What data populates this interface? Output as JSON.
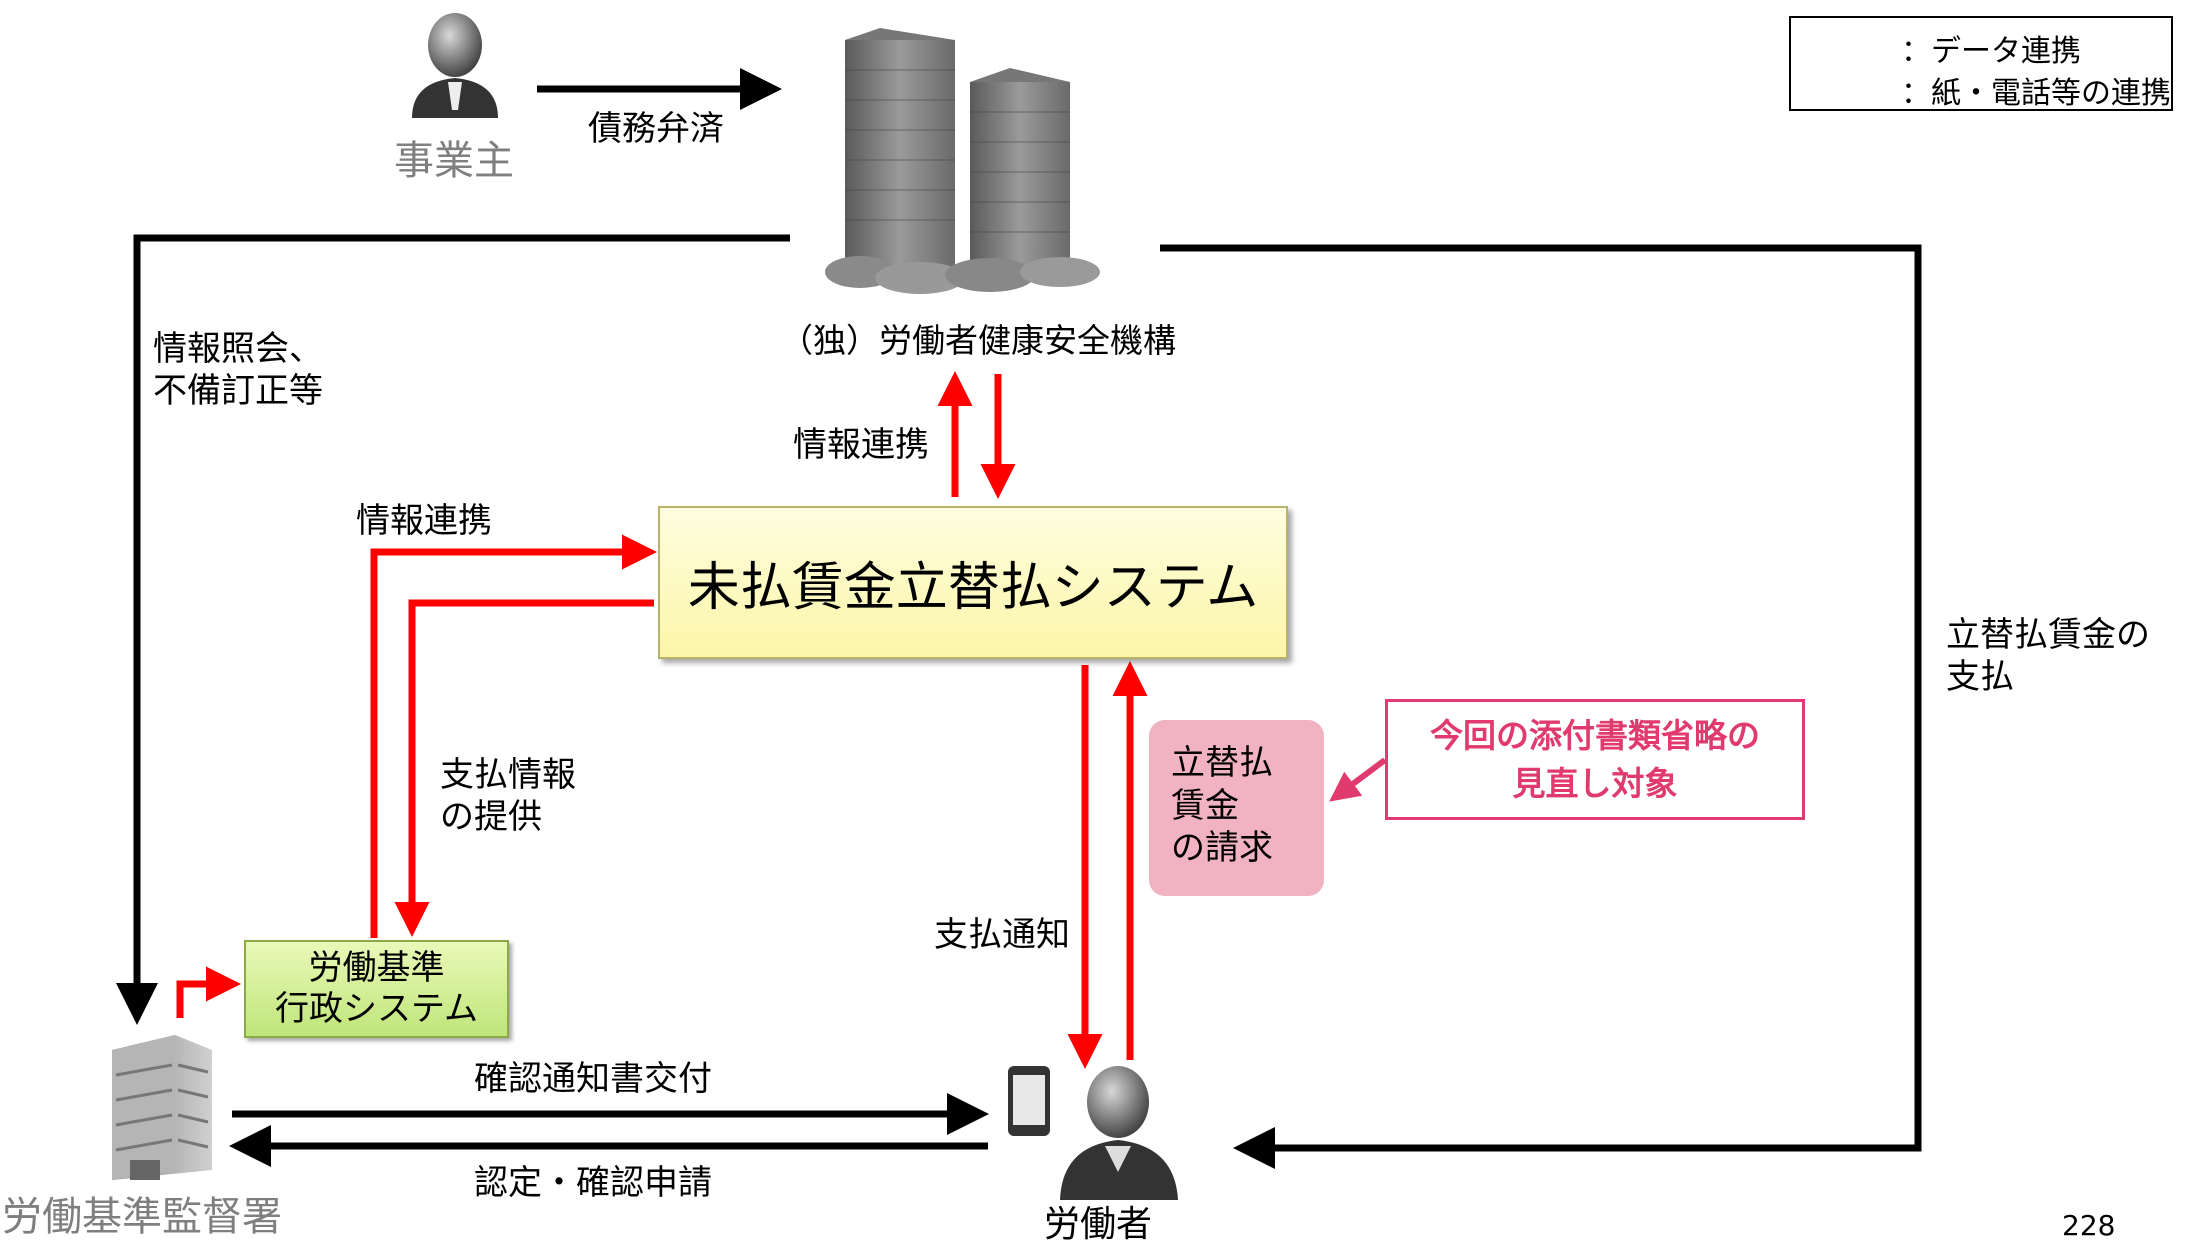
{
  "legend": {
    "data_link": "：データ連携",
    "paper_link": "：紙・電話等の連携",
    "data_color": "#ff0000",
    "paper_color": "#000000"
  },
  "nodes": {
    "employer": "事業主",
    "jeed": "（独）労働者健康安全機構",
    "system": "未払賃金立替払システム",
    "admin_line1": "労働基準",
    "admin_line2": "行政システム",
    "labour_office": "労働基準監督署",
    "worker": "労働者"
  },
  "labels": {
    "debt_repayment": "債務弁済",
    "info_inquiry_line1": "情報照会、",
    "info_inquiry_line2": "不備訂正等",
    "info_link_top": "情報連携",
    "info_link_left": "情報連携",
    "payment_info_line1": "支払情報",
    "payment_info_line2": "の提供",
    "payment_notice": "支払通知",
    "advance_pay_line1": "立替払賃金の",
    "advance_pay_line2": "支払",
    "confirm_notice": "確認通知書交付",
    "cert_request": "認定・確認申請"
  },
  "claim_box": {
    "line1": "立替払",
    "line2": "賃金",
    "line3": "の請求"
  },
  "review_note": {
    "line1": "今回の添付書類省略の",
    "line2": "見直し対象",
    "color": "#e03a6e"
  },
  "page_number": "228"
}
